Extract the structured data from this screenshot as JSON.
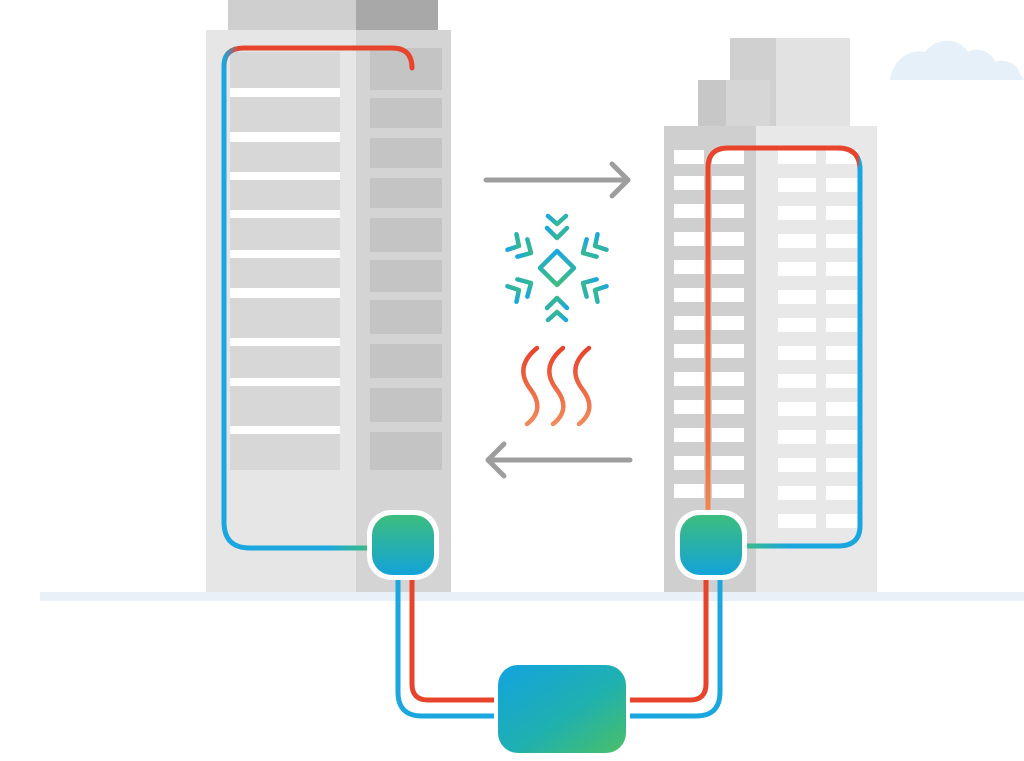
{
  "colors": {
    "background": "#ffffff",
    "ground": "#e8f1f8",
    "cloud": "#e6f0f8",
    "building_light": "#e3e3e3",
    "building_mid": "#d2d2d2",
    "building_dark": "#bdbdbd",
    "window": "#ffffff",
    "hot": "#e8432b",
    "cold": "#1aa7e0",
    "mid_green": "#3dbd7d",
    "arrow": "#9e9e9e"
  },
  "elements": {
    "left_building": "building",
    "right_building": "building",
    "left_unit": "heat-exchanger-unit",
    "right_unit": "heat-exchanger-unit",
    "central_unit": "central-energy-unit",
    "arrow_top": "arrow-right-icon",
    "arrow_bottom": "arrow-left-icon",
    "snowflake": "snowflake-icon",
    "heat": "heat-waves-icon",
    "cloud": "cloud-icon"
  }
}
